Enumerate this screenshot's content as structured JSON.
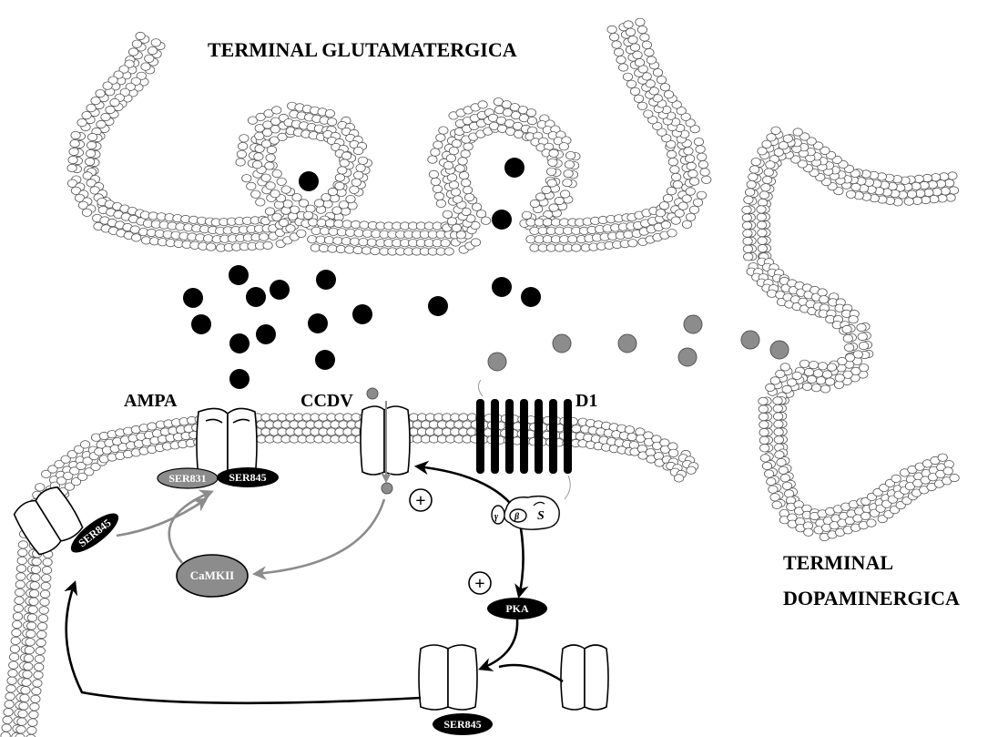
{
  "labels": {
    "glutamatergic_terminal": "TERMINAL GLUTAMATERGICA",
    "dopaminergic_terminal_line1": "TERMINAL",
    "dopaminergic_terminal_line2": "DOPAMINERGICA",
    "ampa": "AMPA",
    "ccdv": "CCDV",
    "d1": "D1",
    "camkii": "CaMKII",
    "pka": "PKA",
    "ser831": "SER831",
    "ser845_membrane": "SER845",
    "ser845_left": "SER845",
    "ser845_bottom": "SER845",
    "plus_1": "+",
    "plus_2": "+",
    "g_gamma": "γ",
    "g_beta": "β",
    "g_s": "S"
  },
  "colors": {
    "glutamate": "#000000",
    "dopamine": "#8c8c8c",
    "camkii_path": "#8c8c8c",
    "pka_path": "#000000"
  }
}
